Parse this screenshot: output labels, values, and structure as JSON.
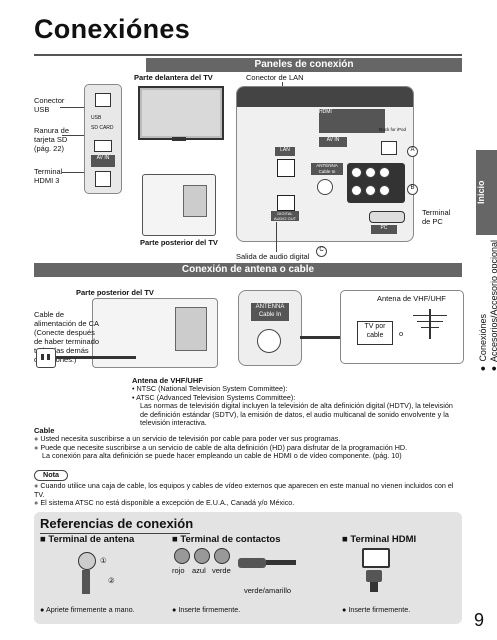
{
  "page": {
    "title": "Conexiónes",
    "page_number": "9"
  },
  "sidebar": {
    "tab_label": "Inicio",
    "nav_lines": [
      "● Conexiónes",
      "● Accesorios/Accesorio opcional"
    ]
  },
  "panels": {
    "header": "Paneles de conexión",
    "front_label": "Parte delantera del TV",
    "rear_label": "Parte posterior del TV",
    "lan_connector": "Conector de LAN",
    "left_labels": {
      "usb": "Conector USB",
      "sd_slot": "Ranura de tarjeta SD (pág. 22)",
      "hdmi3": "Terminal HDMI 3"
    },
    "digital_audio": "Salida de audio digital",
    "pc_terminal": "Terminal de PC",
    "port_labels": {
      "lan": "LAN",
      "antenna": "ANTENNA Cable In",
      "digital_out": "DIGITAL AUDIO OUT",
      "pc": "PC",
      "av_in": "AV IN",
      "hdmi": "HDMI",
      "dock": "Dock for iPod",
      "sd": "SD CARD",
      "usb": "USB"
    },
    "markers": [
      "A",
      "B",
      "C"
    ]
  },
  "antenna": {
    "header": "Conexión de antena o cable",
    "rear_label": "Parte posterior del TV",
    "vhf_uhf_antenna": "Antena de VHF/UHF",
    "power_cable_note": "Cable de alimentación de CA (Conecte después de haber terminado todas las demás conexiones.)",
    "antenna_port": "ANTENNA Cable In",
    "tv_box": "TV por cable",
    "or": "o",
    "vhf_title": "Antena de VHF/UHF",
    "vhf_items": [
      "• NTSC (National Television System Committee):",
      "• ATSC (Advanced Television Systems Committee):",
      "Las normas de televisión digital incluyen la televisión de alta definición digital (HDTV), la televisión de definición estándar (SDTV), la emisión de datos, el audio multicanal de sonido envolvente y la televisión interactiva."
    ]
  },
  "cable": {
    "title": "Cable",
    "items": [
      "Usted necesita suscribirse a un servicio de televisión por cable para poder ver sus programas.",
      "Puede que necesite suscribirse a un servicio de cable de alta definición (HD) para disfrutar de la programación HD.",
      "La conexión para alta definición se puede hacer empleando un cable de HDMI o de vídeo componente. (pág. 10)"
    ]
  },
  "note": {
    "label": "Nota",
    "items": [
      "Cuando utilice una caja de cable, los equipos y cables de vídeo externos que aparecen en este manual no vienen incluidos con el TV.",
      "El sistema ATSC no está disponible a excepción de E.U.A., Canadá y/o México."
    ]
  },
  "references": {
    "title": "Referencias de conexión",
    "antenna_terminal": {
      "title": "■ Terminal de antena",
      "caption": "● Apriete firmemente a mano.",
      "steps": [
        "①",
        "②"
      ]
    },
    "contact_terminal": {
      "title": "■ Terminal de contactos",
      "colors": [
        "rojo",
        "azul",
        "verde"
      ],
      "green_yellow": "verde/amarillo",
      "caption": "● Inserte firmemente."
    },
    "hdmi_terminal": {
      "title": "■ Terminal HDMI",
      "caption": "● Inserte firmemente."
    }
  },
  "colors": {
    "header_bar": "#666666",
    "panel_bg": "#e8e8e8",
    "dark_panel": "#555555"
  }
}
